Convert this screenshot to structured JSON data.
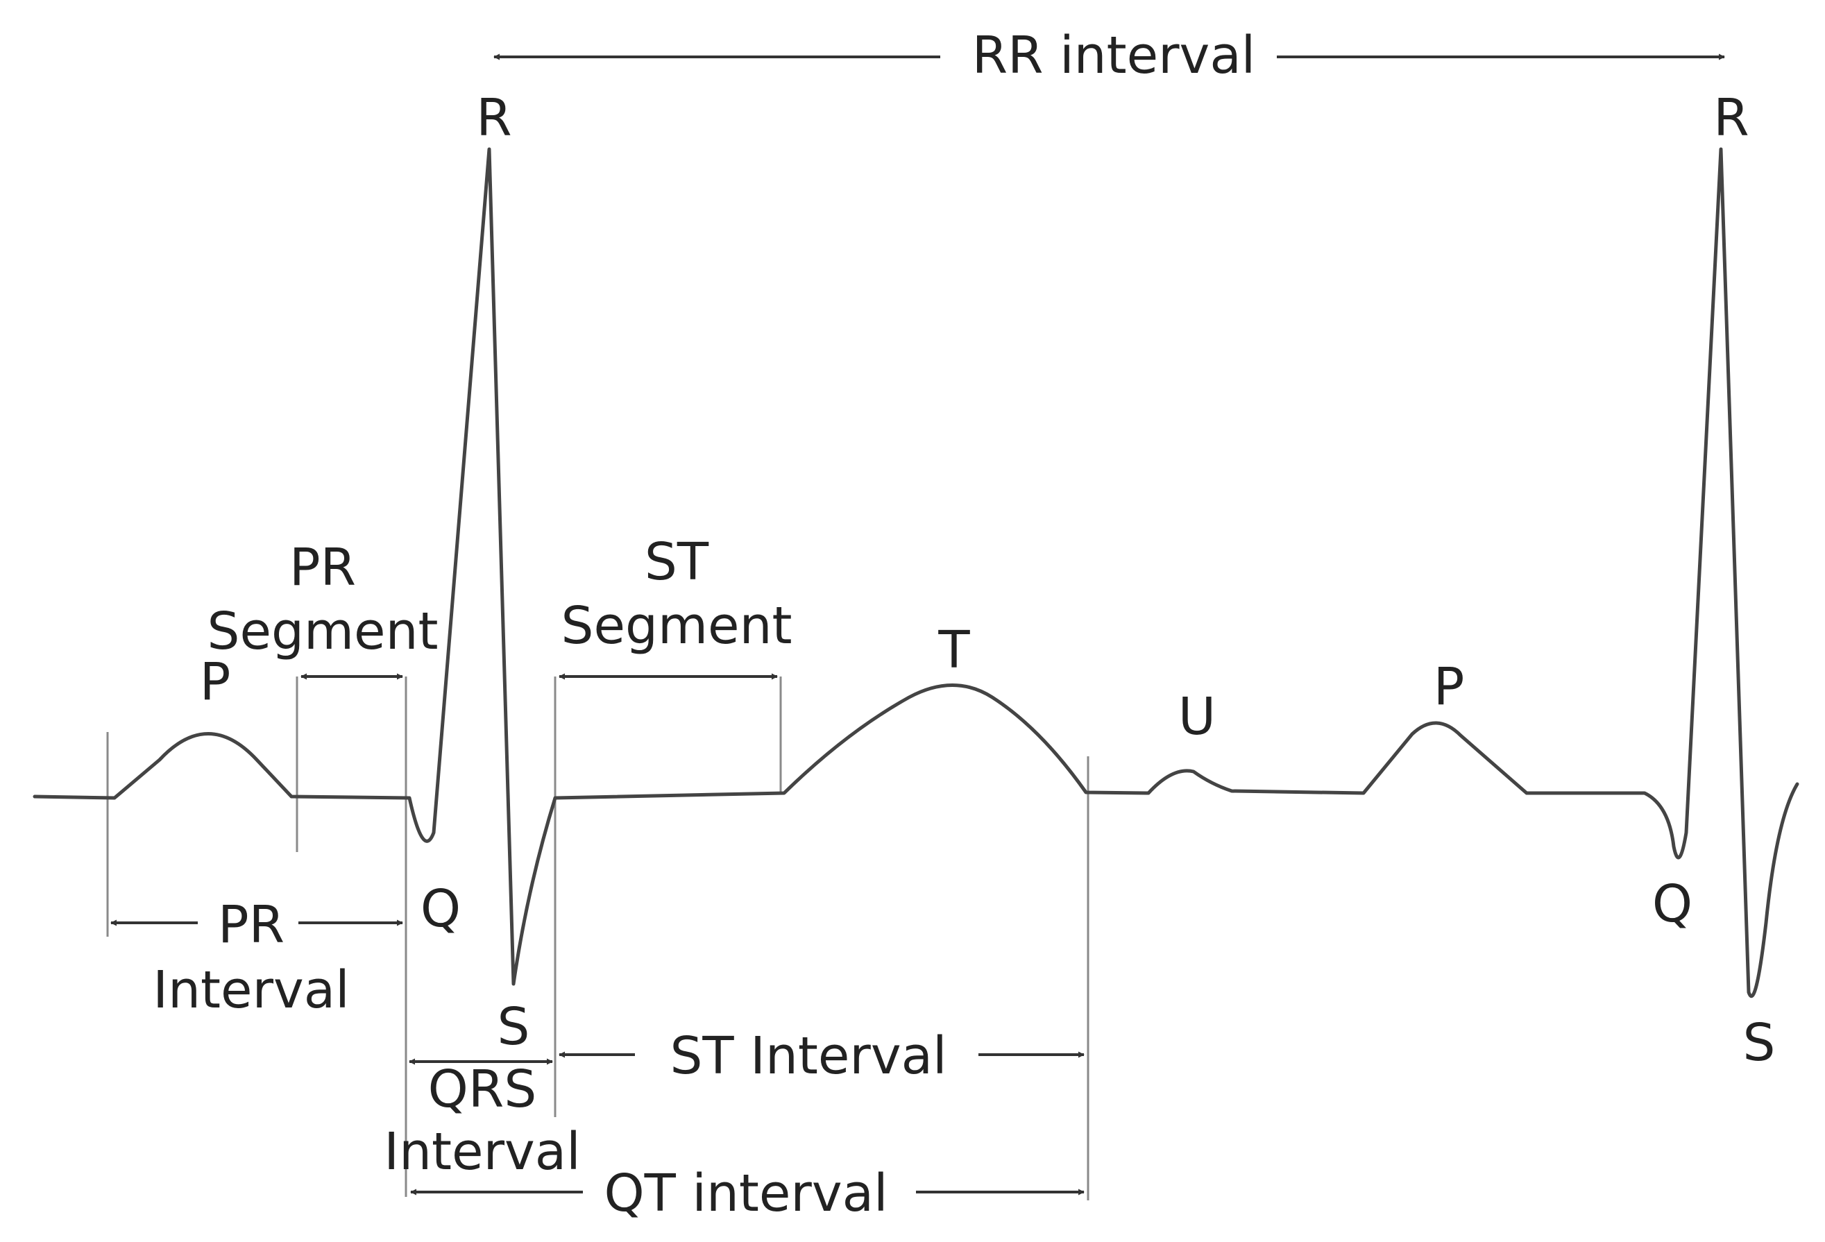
{
  "waves": {
    "p1": "P",
    "q1": "Q",
    "r1": "R",
    "s1": "S",
    "t": "T",
    "u": "U",
    "p2": "P",
    "q2": "Q",
    "r2": "R",
    "s2": "S"
  },
  "intervals": {
    "rr": "RR interval",
    "pr_segment_line1": "PR",
    "pr_segment_line2": "Segment",
    "st_segment_line1": "ST",
    "st_segment_line2": "Segment",
    "pr_interval_line1": "PR",
    "pr_interval_line2": "Interval",
    "qrs_interval_line1": "QRS",
    "qrs_interval_line2": "Interval",
    "st_interval": "ST Interval",
    "qt_interval": "QT interval"
  }
}
